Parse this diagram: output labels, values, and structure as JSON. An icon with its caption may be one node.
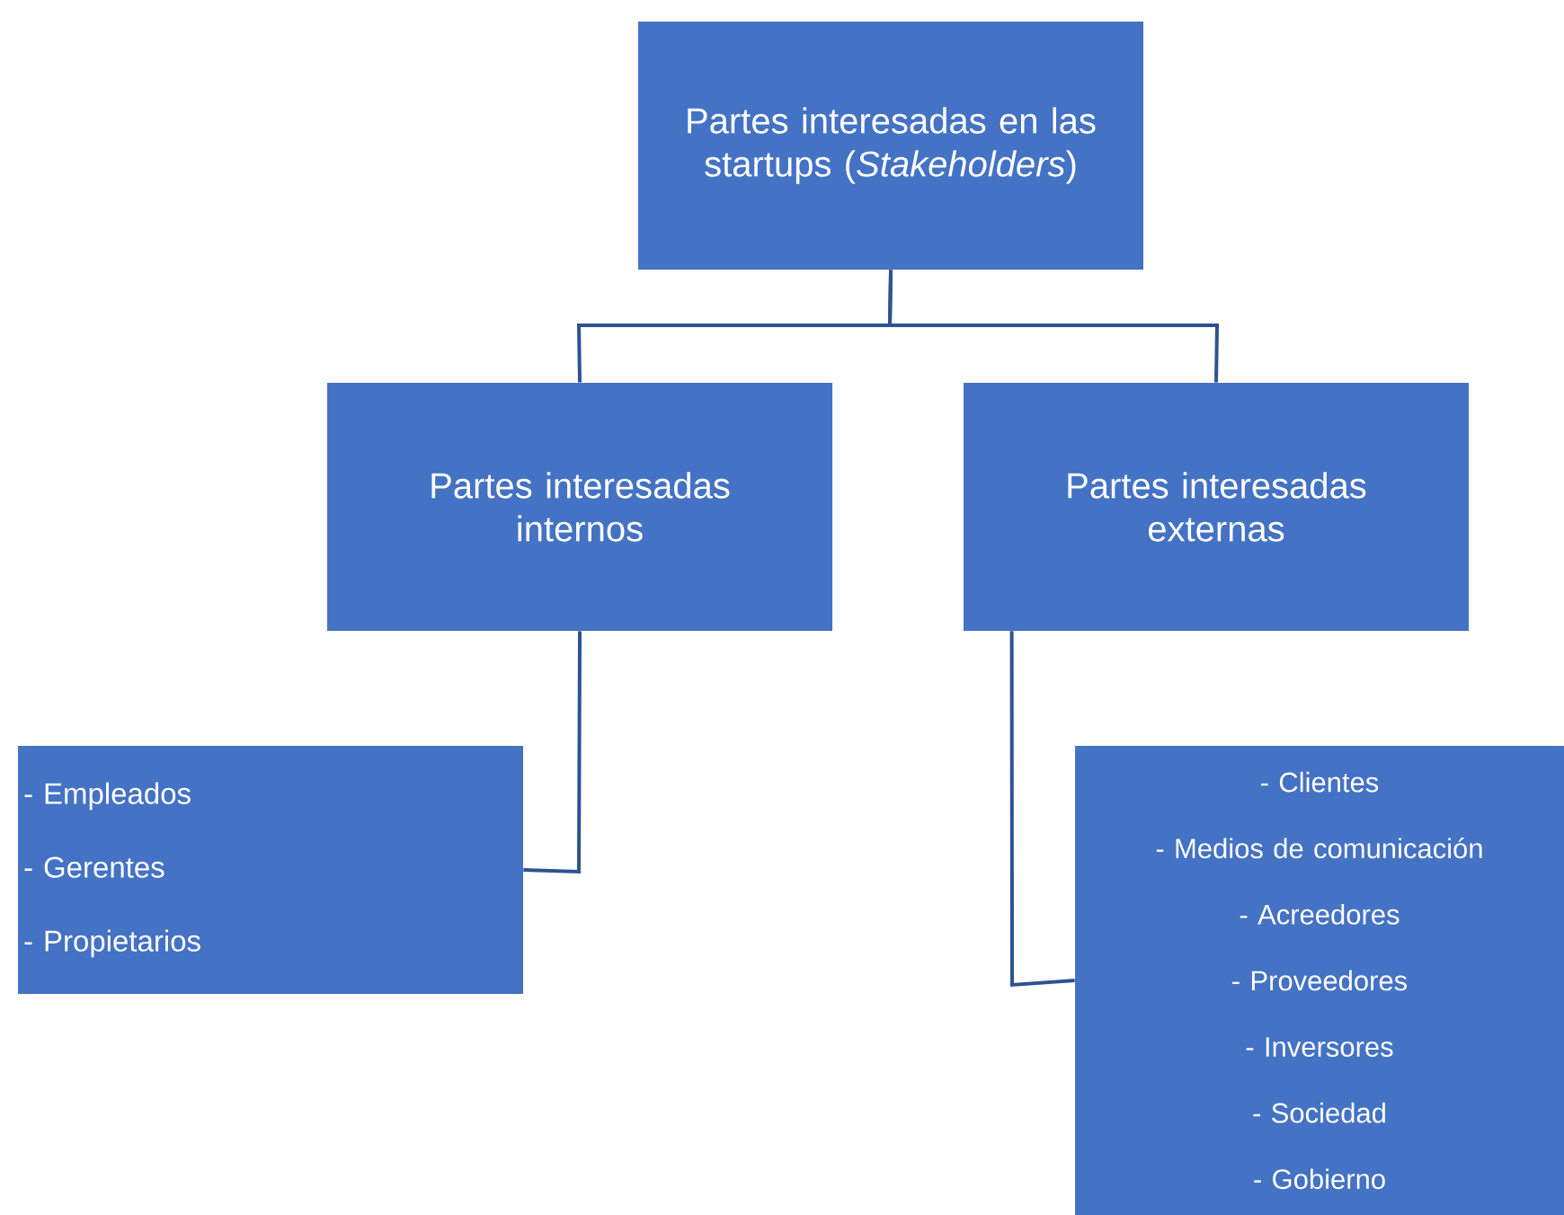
{
  "diagram": {
    "nodes": [
      {
        "text": [
          "Partes interesadas en las startups (*Stakeholders*)"
        ]
      },
      {
        "text": [
          "Partes interesadas internos"
        ]
      },
      {
        "text": [
          "Partes interesadas externas"
        ]
      },
      {
        "text": [
          "- Empleados",
          "- Gerentes",
          "- Propietarios"
        ]
      },
      {
        "text": [
          "- Clientes",
          "- Medios de comunicación",
          "- Acreedores",
          "- Proveedores",
          "- Inversores",
          "- Sociedad",
          "- Gobierno"
        ]
      }
    ],
    "edges": [
      {
        "from": 0,
        "to": 1,
        "arrow": "none"
      },
      {
        "from": 0,
        "to": 2,
        "arrow": "none"
      },
      {
        "from": 1,
        "to": 3,
        "arrow": "none"
      },
      {
        "from": 2,
        "to": 4,
        "arrow": "none"
      }
    ]
  }
}
